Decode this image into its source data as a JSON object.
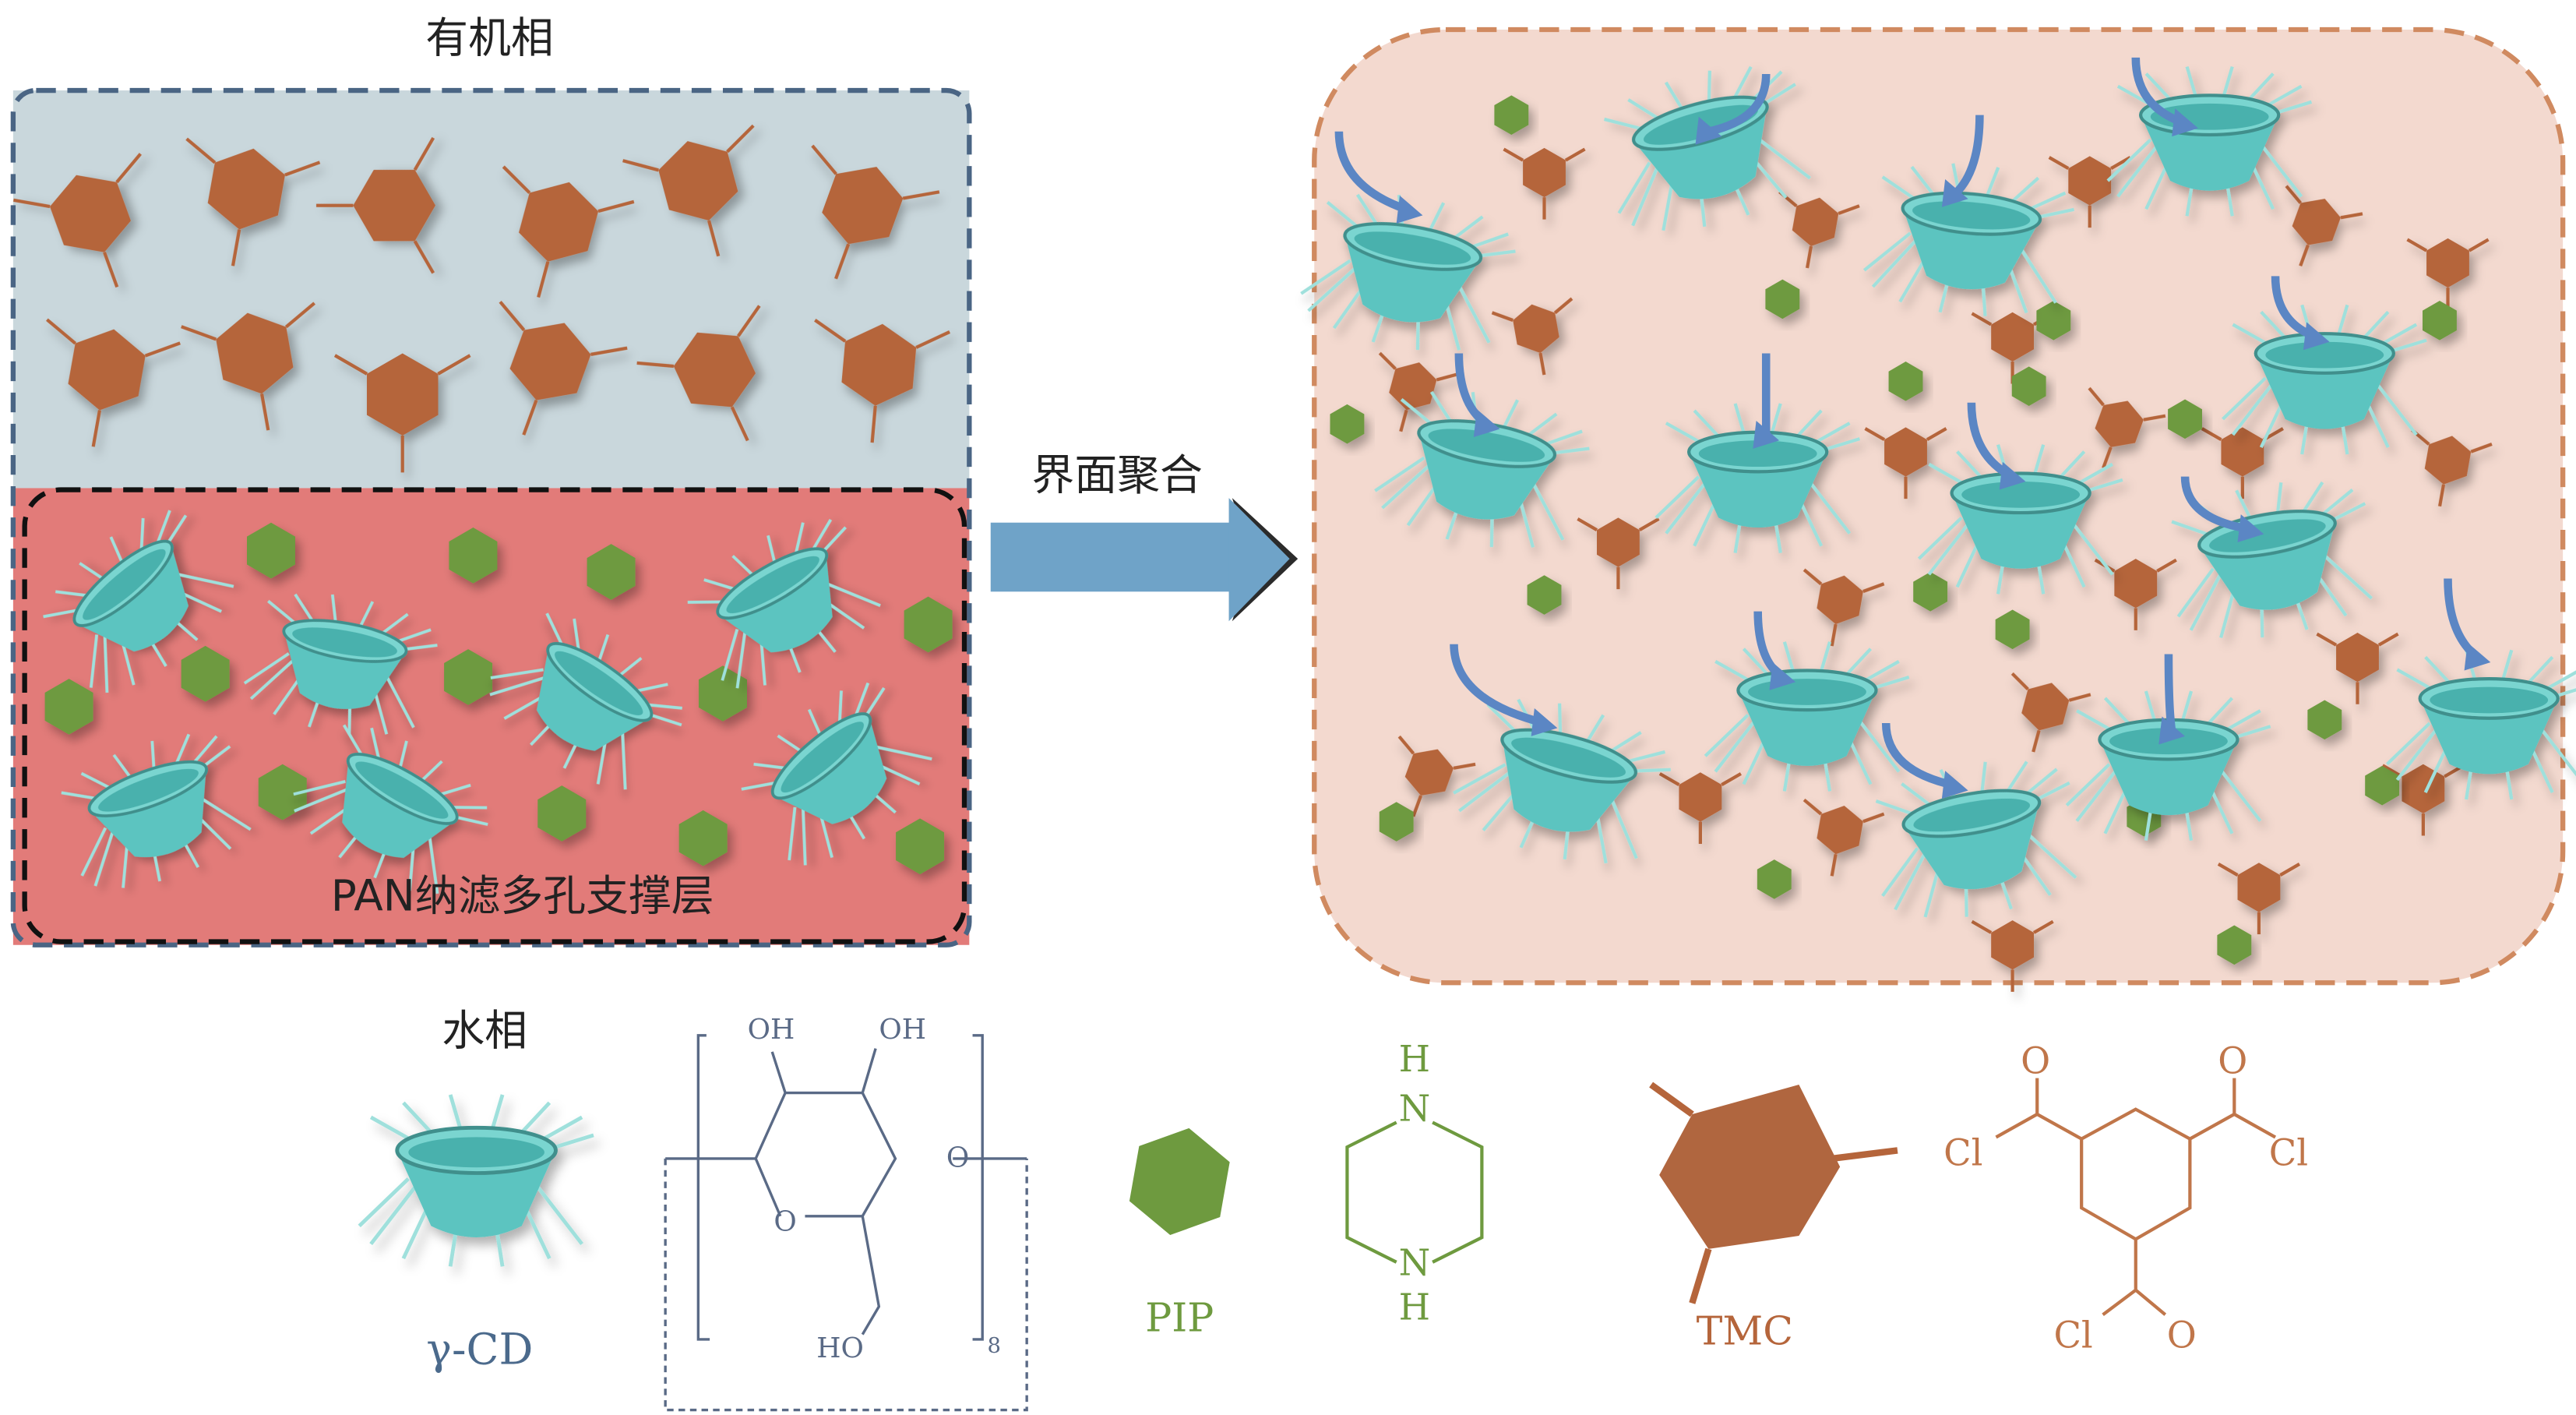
{
  "labels": {
    "organic_phase": "有机相",
    "aqueous_phase": "水相",
    "support_layer": "PAN纳滤多孔支撑层",
    "process": "界面聚合",
    "gcd": "γ-CD",
    "pip": "PIP",
    "tmc": "TMC"
  },
  "gcd_structure": {
    "oh1": "OH",
    "oh2": "OH",
    "o_bridge": "O",
    "o_ring": "O",
    "ho": "HO",
    "repeat": "8"
  },
  "pip_structure": {
    "h_top": "H",
    "n_top": "N",
    "n_bottom": "N",
    "h_bottom": "H"
  },
  "tmc_structure": {
    "o1": "O",
    "cl1": "Cl",
    "o2": "O",
    "cl2": "Cl",
    "cl3": "Cl",
    "o3": "O"
  },
  "colors": {
    "tmc": "#b5653b",
    "pip": "#6e9a3f",
    "gcd": "#5cc4c0",
    "arrow": "#6fa3c8",
    "cd_struct": "#5a6a86"
  }
}
